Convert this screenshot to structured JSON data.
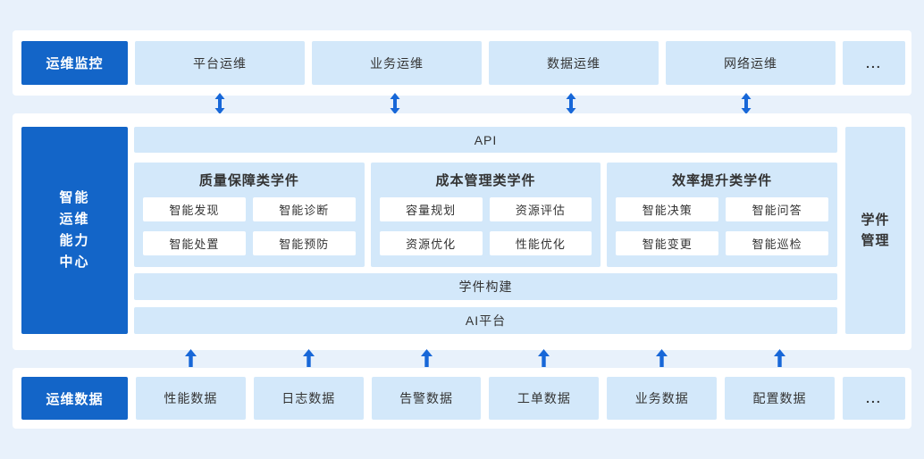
{
  "colors": {
    "page_background": "#e8f1fb",
    "panel_background": "#ffffff",
    "primary_blue": "#1365c8",
    "light_box_blue": "#d3e8fa",
    "arrow_blue": "#1767d8",
    "text_dark": "#333333",
    "label_text_white": "#ffffff"
  },
  "icons": {
    "monitor_link": "double-arrow-icon",
    "data_flow": "up-arrow-icon"
  },
  "monitor_row": {
    "label": "运维监控",
    "items": [
      "平台运维",
      "业务运维",
      "数据运维",
      "网络运维"
    ],
    "more": "..."
  },
  "center": {
    "label_lines": [
      "智能",
      "运维",
      "能力",
      "中心"
    ],
    "api_bar": "API",
    "categories": [
      {
        "title": "质量保障类学件",
        "chips": [
          "智能发现",
          "智能诊断",
          "智能处置",
          "智能预防"
        ]
      },
      {
        "title": "成本管理类学件",
        "chips": [
          "容量规划",
          "资源评估",
          "资源优化",
          "性能优化"
        ]
      },
      {
        "title": "效率提升类学件",
        "chips": [
          "智能决策",
          "智能问答",
          "智能变更",
          "智能巡检"
        ]
      }
    ],
    "build_bar": "学件构建",
    "ai_bar": "AI平台",
    "management_lines": [
      "学件",
      "管理"
    ]
  },
  "data_row": {
    "label": "运维数据",
    "items": [
      "性能数据",
      "日志数据",
      "告警数据",
      "工单数据",
      "业务数据",
      "配置数据"
    ],
    "more": "..."
  }
}
